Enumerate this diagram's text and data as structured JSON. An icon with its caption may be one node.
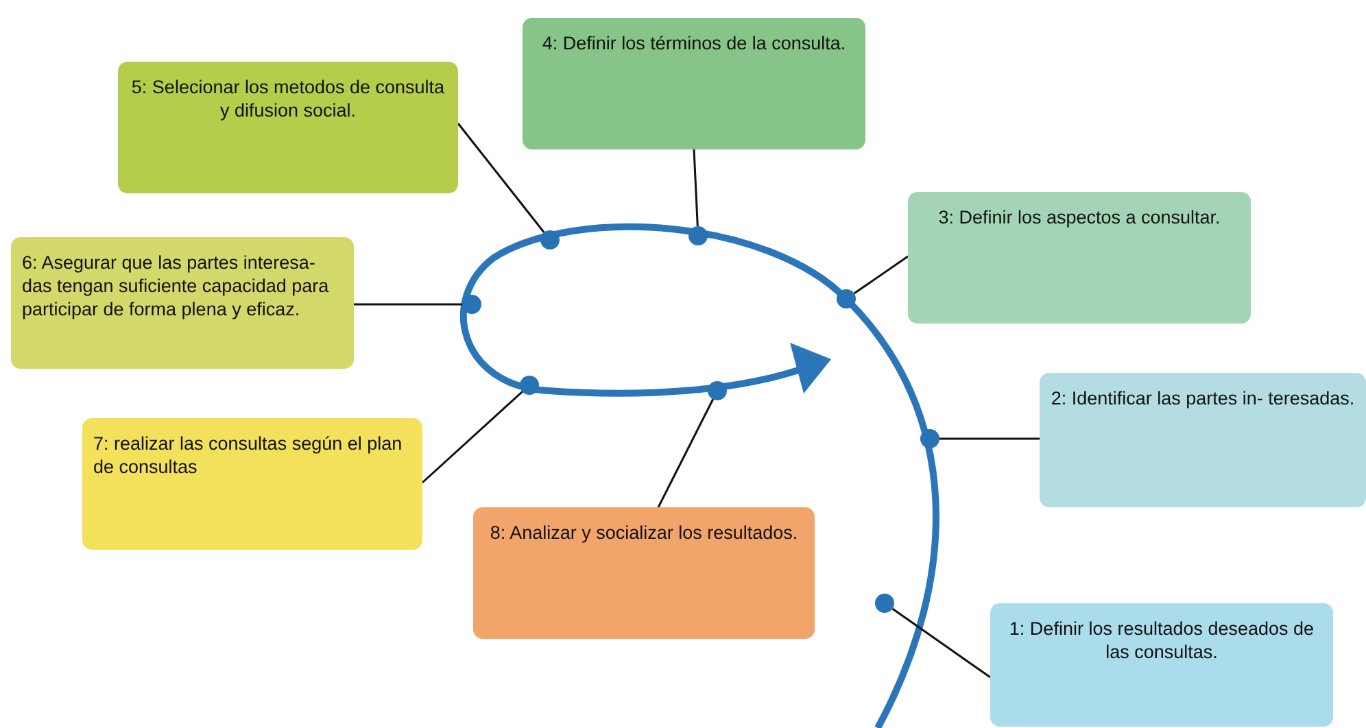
{
  "diagram": {
    "nodes": [
      {
        "text": [
          "1: Definir los resultados deseados de las consultas."
        ]
      },
      {
        "text": [
          "2: Identificar las partes in- teresadas."
        ]
      },
      {
        "text": [
          "3: Definir los aspectos a consultar."
        ]
      },
      {
        "text": [
          "4: Definir los términos de la consulta."
        ]
      },
      {
        "text": [
          "5: Selecionar los metodos de consulta y difusion social."
        ]
      },
      {
        "text": [
          "6: Asegurar que las partes interesa- das tengan suficiente capacidad para participar de forma plena y eficaz."
        ]
      },
      {
        "text": [
          "7: realizar las consultas según el plan de consultas"
        ]
      },
      {
        "text": [
          "8: Analizar y socializar los resultados."
        ]
      },
      {
        "text": [],
        "shape": "circle"
      },
      {
        "text": [],
        "shape": "circle"
      },
      {
        "text": [],
        "shape": "circle"
      },
      {
        "text": [],
        "shape": "circle"
      },
      {
        "text": [],
        "shape": "circle"
      },
      {
        "text": [],
        "shape": "circle"
      },
      {
        "text": [],
        "shape": "circle"
      },
      {
        "text": [],
        "shape": "circle"
      }
    ],
    "edges": [
      {
        "from": 0,
        "to": 14,
        "arrow": "none"
      },
      {
        "from": 1,
        "to": 15,
        "arrow": "none"
      },
      {
        "from": 2,
        "to": 13,
        "arrow": "none"
      },
      {
        "from": 3,
        "to": 11,
        "arrow": "none"
      },
      {
        "from": 4,
        "to": 10,
        "arrow": "none"
      },
      {
        "from": 5,
        "to": 8,
        "arrow": "none"
      },
      {
        "from": 6,
        "to": 9,
        "arrow": "none"
      },
      {
        "from": 7,
        "to": 12,
        "arrow": "none"
      }
    ]
  }
}
